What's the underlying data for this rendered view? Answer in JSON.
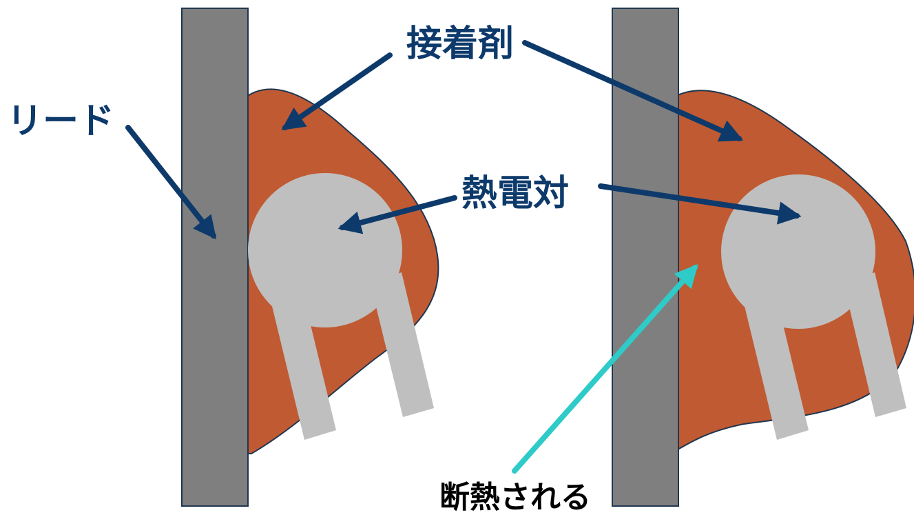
{
  "labels": {
    "lead": "リード",
    "adhesive": "接着剤",
    "thermocouple": "熱電対",
    "insulated": "断熱される"
  },
  "colors": {
    "lead_fill": "#7f7f7f",
    "adhesive_fill": "#c05a32",
    "thermocouple_fill": "#bfbfbf",
    "outline": "#1f3650",
    "arrow_navy": "#0d3a6b",
    "arrow_cyan": "#2ecbc8"
  }
}
